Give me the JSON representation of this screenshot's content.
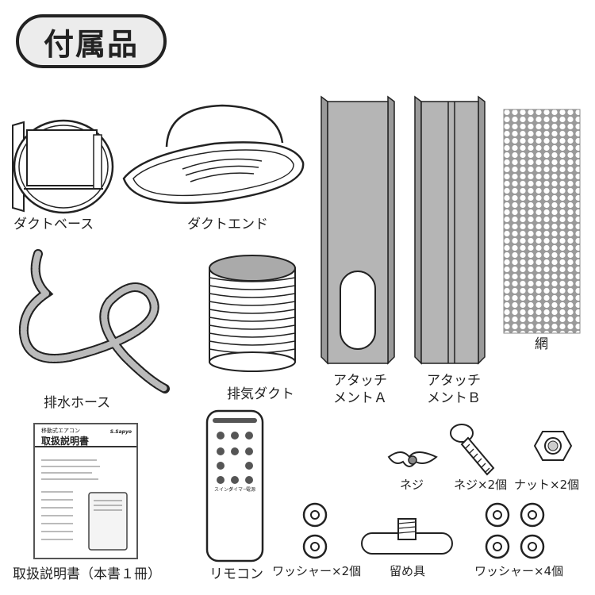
{
  "title": "付属品",
  "items": {
    "duct_base": "ダクトベース",
    "duct_end": "ダクトエンド",
    "attachment_a": [
      "アタッチ",
      "メントＡ"
    ],
    "attachment_b": [
      "アタッチ",
      "メントＢ"
    ],
    "net": "網",
    "drain_hose": "排水ホース",
    "exhaust_duct": "排気ダクト",
    "manual": "取扱説明書（本書１冊）",
    "remote": "リモコン",
    "screw": "ネジ",
    "screw_x2": "ネジ×2個",
    "nut_x2": "ナット×2個",
    "washer_x2": "ワッシャー×2個",
    "clip": "留め具",
    "washer_x4": "ワッシャー×4個"
  },
  "manual_cover": {
    "header": "移動式エアコン",
    "title": "取扱説明書",
    "logo": "S.Sapyo"
  },
  "remote_buttons": [
    "スイング",
    "タイマー",
    "電源"
  ],
  "colors": {
    "line": "#222222",
    "fill_gray": "#b5b5b5",
    "pill_bg": "#ececec"
  }
}
